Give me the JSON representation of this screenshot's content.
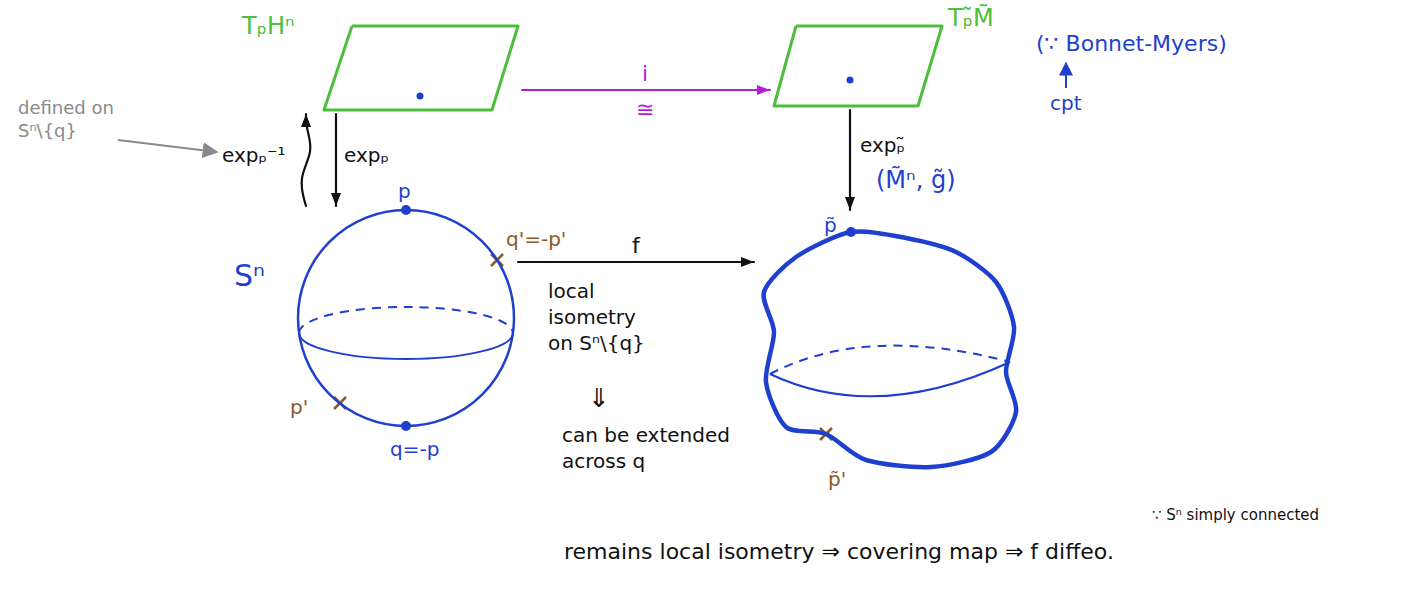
{
  "diagram": {
    "nodes": [
      {
        "text": [
          "TₚHⁿ"
        ]
      },
      {
        "text": [
          "Tₚ̃M̃"
        ]
      },
      {
        "text": [
          "Sⁿ"
        ]
      },
      {
        "text": [
          "(M̃ⁿ, g̃)"
        ]
      }
    ],
    "edges": [
      {
        "from": 0,
        "to": 1,
        "arrow": "to",
        "label": "i"
      },
      {
        "from": 0,
        "to": 2,
        "arrow": "to",
        "label": "expₚ"
      },
      {
        "from": 2,
        "to": 0,
        "arrow": "to",
        "label": "expₚ⁻¹"
      },
      {
        "from": 2,
        "to": 3,
        "arrow": "to",
        "label": "f"
      },
      {
        "from": 1,
        "to": 3,
        "arrow": "to",
        "label": "expₚ̃"
      }
    ],
    "labels": [
      "defined on Sⁿ\\{q}",
      "≅",
      "(∵ Bonnet-Myers)",
      "cpt",
      "p",
      "q'=-p'",
      "p'",
      "q=-p",
      "local isometry on Sⁿ\\{q}",
      "⇓",
      "can be extended across q",
      "p̃",
      "p̃'",
      "remains local isometry ⇒ covering map ⇒ f diffeo.",
      "∵ Sⁿ simply connected"
    ]
  }
}
